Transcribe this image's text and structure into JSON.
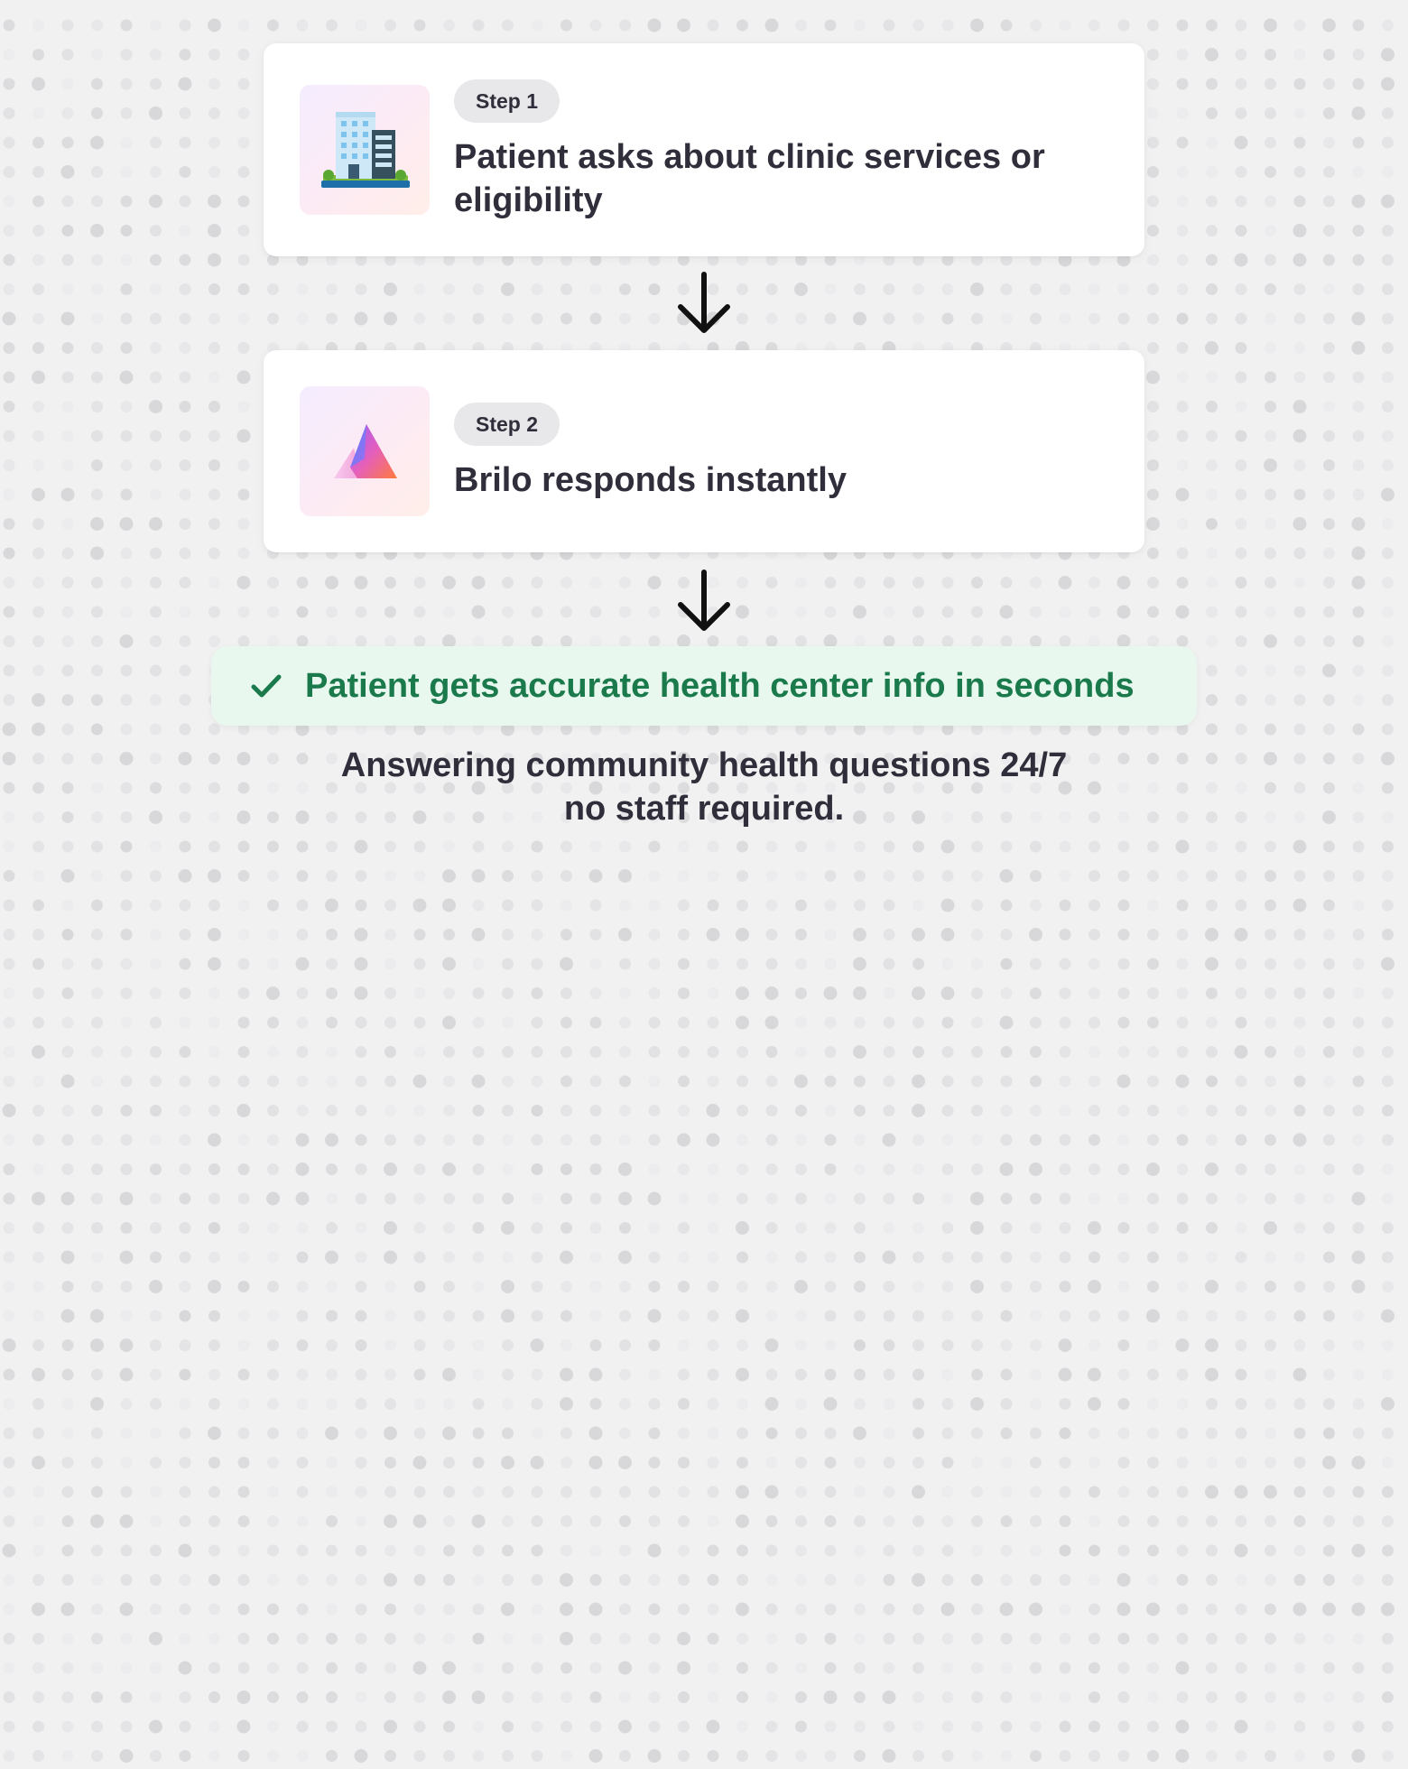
{
  "steps": [
    {
      "label": "Step 1",
      "title": "Patient asks about clinic services or eligibility",
      "icon": "office-building-icon"
    },
    {
      "label": "Step 2",
      "title": "Brilo responds instantly",
      "icon": "brilo-logo-icon"
    }
  ],
  "result": {
    "text": "Patient gets accurate health center info in seconds",
    "icon": "check-icon",
    "color": "#1b7a4c",
    "background": "#e8f8ee"
  },
  "summary": {
    "line1": "Answering community health questions 24/7",
    "line2": "no staff required."
  },
  "arrows": [
    "arrow-down-icon",
    "arrow-down-icon"
  ],
  "colors": {
    "background": "#f1f1f2",
    "card": "#ffffff",
    "text": "#2f2e3a",
    "pill": "#e8e8ea"
  }
}
